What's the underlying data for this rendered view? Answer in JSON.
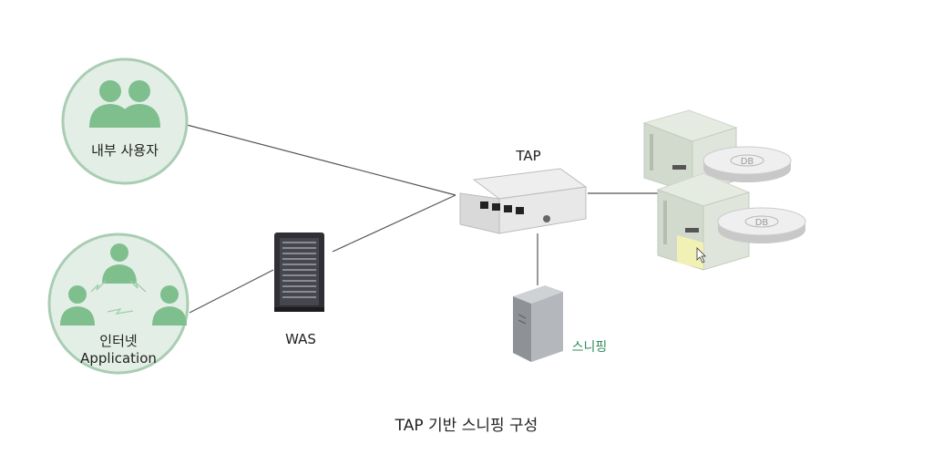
{
  "nodes": {
    "internal_users": {
      "label": "내부 사용자"
    },
    "internet_app": {
      "label_line1": "인터넷",
      "label_line2": "Application"
    },
    "was": {
      "label": "WAS"
    },
    "tap": {
      "label": "TAP"
    },
    "sniffing": {
      "label": "스니핑"
    },
    "db_label_1": "DB",
    "db_label_2": "DB"
  },
  "caption": "TAP 기반 스니핑 구성",
  "colors": {
    "circle_fill": "#e3efe6",
    "circle_stroke": "#a9cdb3",
    "user_icon": "#7fbf8e",
    "accent_green": "#2f8c58",
    "line": "#555555"
  }
}
